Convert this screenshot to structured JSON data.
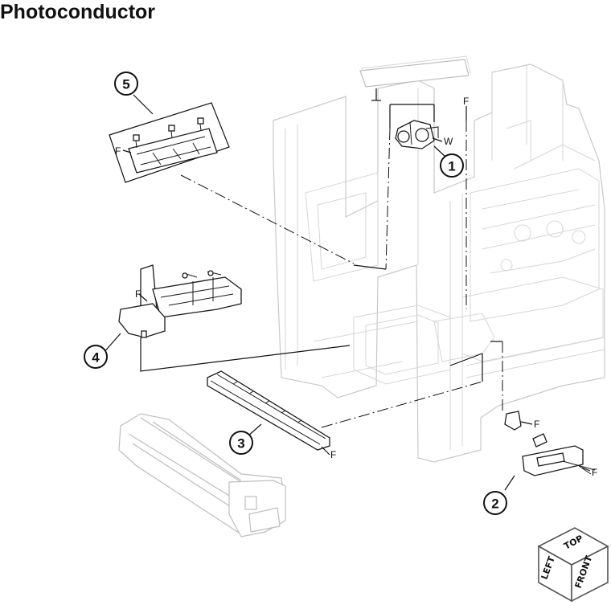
{
  "title": "Photoconductor",
  "callouts": [
    "1",
    "2",
    "3",
    "4",
    "5"
  ],
  "labels": {
    "f": "F",
    "w": "W"
  },
  "orientation_cube": {
    "top": "TOP",
    "left": "LEFT",
    "front": "FRONT"
  }
}
